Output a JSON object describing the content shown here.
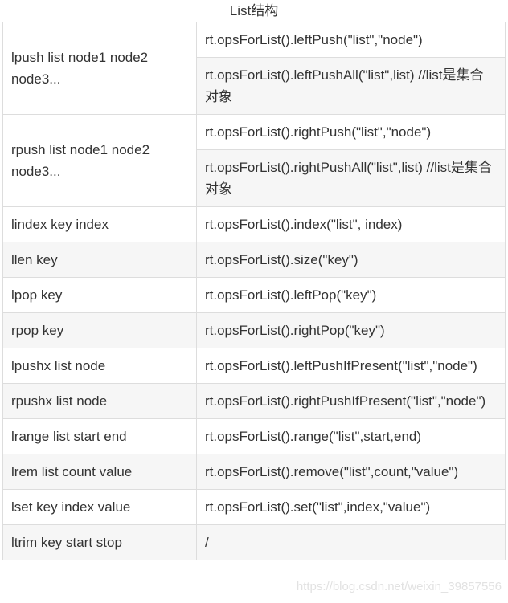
{
  "caption": "List结构",
  "rows": [
    {
      "command": "lpush list node1 node2 node3...",
      "java": [
        "rt.opsForList().leftPush(\"list\",\"node\")",
        "rt.opsForList().leftPushAll(\"list\",list) //list是集合对象"
      ]
    },
    {
      "command": "rpush list node1 node2 node3...",
      "java": [
        "rt.opsForList().rightPush(\"list\",\"node\")",
        "rt.opsForList().rightPushAll(\"list\",list) //list是集合对象"
      ]
    },
    {
      "command": "lindex key index",
      "java": [
        "rt.opsForList().index(\"list\", index)"
      ]
    },
    {
      "command": "llen key",
      "java": [
        "rt.opsForList().size(\"key\")"
      ]
    },
    {
      "command": "lpop key",
      "java": [
        "rt.opsForList().leftPop(\"key\")"
      ]
    },
    {
      "command": "rpop key",
      "java": [
        "rt.opsForList().rightPop(\"key\")"
      ]
    },
    {
      "command": "lpushx list node",
      "java": [
        "rt.opsForList().leftPushIfPresent(\"list\",\"node\")"
      ]
    },
    {
      "command": "rpushx list node",
      "java": [
        "rt.opsForList().rightPushIfPresent(\"list\",\"node\")"
      ]
    },
    {
      "command": "lrange list start end",
      "java": [
        "rt.opsForList().range(\"list\",start,end)"
      ]
    },
    {
      "command": "lrem list count value",
      "java": [
        "rt.opsForList().remove(\"list\",count,\"value\")"
      ]
    },
    {
      "command": "lset key index value",
      "java": [
        "rt.opsForList().set(\"list\",index,\"value\")"
      ]
    },
    {
      "command": "ltrim key start stop",
      "java": [
        "/"
      ]
    }
  ],
  "watermark": "https://blog.csdn.net/weixin_39857556"
}
